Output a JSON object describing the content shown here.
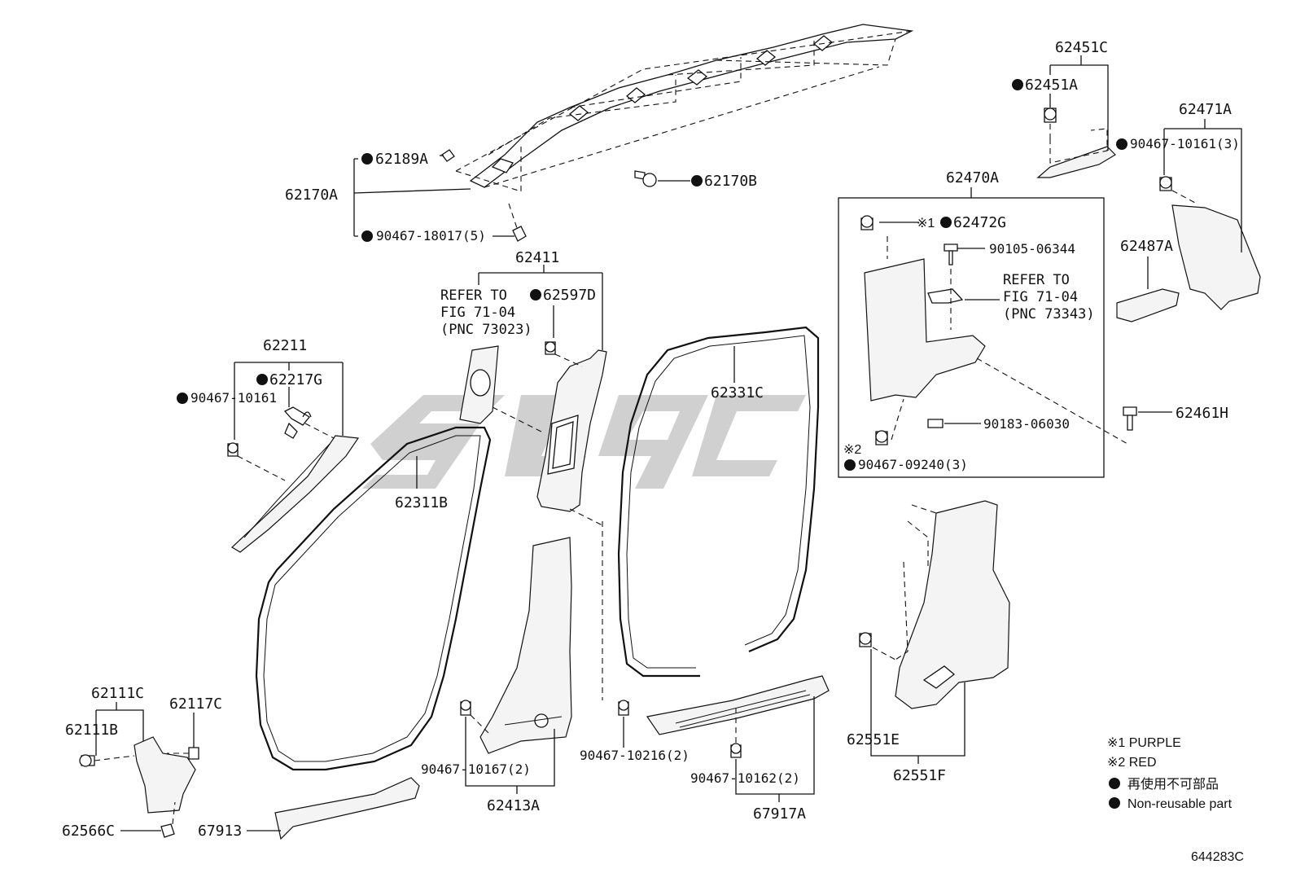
{
  "labels": {
    "p62170A": "62170A",
    "p62189A": "62189A",
    "p62170B": "62170B",
    "p90467_18017": "90467-18017(5)",
    "p62411": "62411",
    "p62597D": "62597D",
    "refer1_line1": "REFER TO",
    "refer1_line2": "FIG 71-04",
    "refer1_line3": "(PNC 73023)",
    "p62211": "62211",
    "p62217G": "62217G",
    "p90467_10161": "90467-10161",
    "p62311B": "62311B",
    "p62331C": "62331C",
    "p62451C": "62451C",
    "p62451A": "62451A",
    "p62471A": "62471A",
    "p90467_10161_3": "90467-10161(3)",
    "p62470A": "62470A",
    "p62472G": "62472G",
    "mark1": "※1",
    "p90105_06344": "90105-06344",
    "refer2_line1": "REFER TO",
    "refer2_line2": "FIG 71-04",
    "refer2_line3": "(PNC 73343)",
    "p62487A": "62487A",
    "p62461H": "62461H",
    "p90183_06030": "90183-06030",
    "mark2": "※2",
    "p90467_09240": "90467-09240(3)",
    "p62111C": "62111C",
    "p62111B": "62111B",
    "p62117C": "62117C",
    "p62566C": "62566C",
    "p67913": "67913",
    "p90467_10167": "90467-10167(2)",
    "p62413A": "62413A",
    "p90467_10216": "90467-10216(2)",
    "p90467_10162": "90467-10162(2)",
    "p67917A": "67917A",
    "p62551E": "62551E",
    "p62551F": "62551F"
  },
  "legend": {
    "note1": "※1  PURPLE",
    "note2": "※2  RED",
    "nonreusable_jp": "再使用不可部品",
    "nonreusable_en": "Non-reusable part"
  },
  "figure_id": "644283C",
  "colors": {
    "line": "#111111",
    "watermark": "#c8c8c8",
    "background": "#ffffff"
  }
}
